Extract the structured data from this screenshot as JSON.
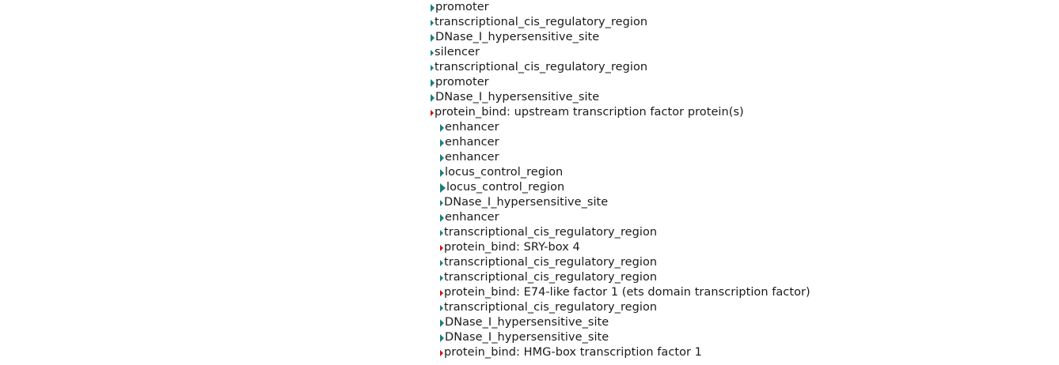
{
  "page": {
    "background_color": "#ffffff",
    "marker_colors": {
      "regulatory_teal": "#177f80",
      "protein_bind_red": "#cc1414"
    }
  },
  "feature_list": {
    "rows": [
      {
        "label": "promoter",
        "indent": 0,
        "marker": "triangle-right-icon",
        "marker_color": "#177f80",
        "marker_size": "md"
      },
      {
        "label": "transcriptional_cis_regulatory_region",
        "indent": 0,
        "marker": "triangle-right-icon",
        "marker_color": "#177f80",
        "marker_size": "sm"
      },
      {
        "label": "DNase_I_hypersensitive_site",
        "indent": 0,
        "marker": "triangle-right-icon",
        "marker_color": "#177f80",
        "marker_size": "md"
      },
      {
        "label": "silencer",
        "indent": 0,
        "marker": "triangle-right-icon",
        "marker_color": "#177f80",
        "marker_size": "sm"
      },
      {
        "label": "transcriptional_cis_regulatory_region",
        "indent": 0,
        "marker": "triangle-right-icon",
        "marker_color": "#177f80",
        "marker_size": "sm"
      },
      {
        "label": "promoter",
        "indent": 0,
        "marker": "triangle-right-icon",
        "marker_color": "#177f80",
        "marker_size": "md"
      },
      {
        "label": "DNase_I_hypersensitive_site",
        "indent": 0,
        "marker": "triangle-right-icon",
        "marker_color": "#177f80",
        "marker_size": "md"
      },
      {
        "label": "protein_bind: upstream transcription factor protein(s)",
        "indent": 0,
        "marker": "triangle-right-icon",
        "marker_color": "#cc1414",
        "marker_size": "sm"
      },
      {
        "label": "enhancer",
        "indent": 1,
        "marker": "triangle-right-icon",
        "marker_color": "#177f80",
        "marker_size": "md"
      },
      {
        "label": "enhancer",
        "indent": 1,
        "marker": "triangle-right-icon",
        "marker_color": "#177f80",
        "marker_size": "md"
      },
      {
        "label": "enhancer",
        "indent": 1,
        "marker": "triangle-right-icon",
        "marker_color": "#177f80",
        "marker_size": "md"
      },
      {
        "label": "locus_control_region",
        "indent": 1,
        "marker": "triangle-right-icon",
        "marker_color": "#177f80",
        "marker_size": "md"
      },
      {
        "label": "locus_control_region",
        "indent": 1,
        "marker": "triangle-right-icon",
        "marker_color": "#177f80",
        "marker_size": "lg"
      },
      {
        "label": "DNase_I_hypersensitive_site",
        "indent": 1,
        "marker": "triangle-right-icon",
        "marker_color": "#177f80",
        "marker_size": "sm"
      },
      {
        "label": "enhancer",
        "indent": 1,
        "marker": "triangle-right-icon",
        "marker_color": "#177f80",
        "marker_size": "md"
      },
      {
        "label": "transcriptional_cis_regulatory_region",
        "indent": 1,
        "marker": "triangle-right-icon",
        "marker_color": "#177f80",
        "marker_size": "sm"
      },
      {
        "label": "protein_bind: SRY-box 4",
        "indent": 1,
        "marker": "triangle-right-icon",
        "marker_color": "#cc1414",
        "marker_size": "sm"
      },
      {
        "label": "transcriptional_cis_regulatory_region",
        "indent": 1,
        "marker": "triangle-right-icon",
        "marker_color": "#177f80",
        "marker_size": "sm"
      },
      {
        "label": "transcriptional_cis_regulatory_region",
        "indent": 1,
        "marker": "triangle-right-icon",
        "marker_color": "#177f80",
        "marker_size": "sm"
      },
      {
        "label": "protein_bind: E74-like factor 1 (ets domain transcription factor)",
        "indent": 1,
        "marker": "triangle-right-icon",
        "marker_color": "#cc1414",
        "marker_size": "sm"
      },
      {
        "label": "transcriptional_cis_regulatory_region",
        "indent": 1,
        "marker": "triangle-right-icon",
        "marker_color": "#177f80",
        "marker_size": "sm"
      },
      {
        "label": "DNase_I_hypersensitive_site",
        "indent": 1,
        "marker": "triangle-right-icon",
        "marker_color": "#177f80",
        "marker_size": "md"
      },
      {
        "label": "DNase_I_hypersensitive_site",
        "indent": 1,
        "marker": "triangle-right-icon",
        "marker_color": "#177f80",
        "marker_size": "md"
      },
      {
        "label": "protein_bind: HMG-box transcription factor 1",
        "indent": 1,
        "marker": "triangle-right-icon",
        "marker_color": "#cc1414",
        "marker_size": "sm"
      }
    ]
  }
}
